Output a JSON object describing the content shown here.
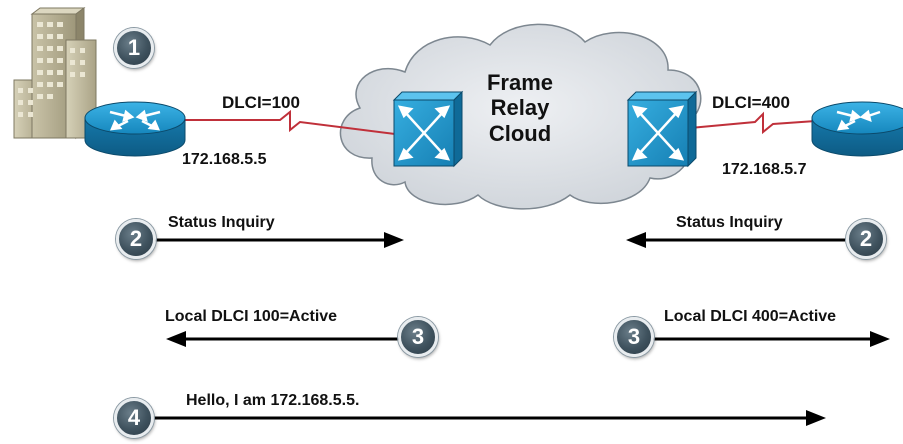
{
  "cloud": {
    "title_line1": "Frame Relay",
    "title_line2": "Cloud"
  },
  "left_router": {
    "dlci_label": "DLCI=100",
    "ip": "172.168.5.5"
  },
  "right_router": {
    "dlci_label": "DLCI=400",
    "ip": "172.168.5.7"
  },
  "steps": {
    "step1": {
      "number": "1"
    },
    "step2_left": {
      "number": "2",
      "label": "Status Inquiry"
    },
    "step2_right": {
      "number": "2",
      "label": "Status Inquiry"
    },
    "step3_left": {
      "number": "3",
      "label": "Local DLCI 100=Active"
    },
    "step3_right": {
      "number": "3",
      "label": "Local DLCI 400=Active"
    },
    "step4": {
      "number": "4",
      "label": "Hello, I am 172.168.5.5."
    }
  },
  "colors": {
    "link": "#c0303a",
    "device_blue": "#1a8fc4",
    "badge": "#3f525e",
    "cloud": "#d9dde3",
    "arrow": "#000000"
  }
}
